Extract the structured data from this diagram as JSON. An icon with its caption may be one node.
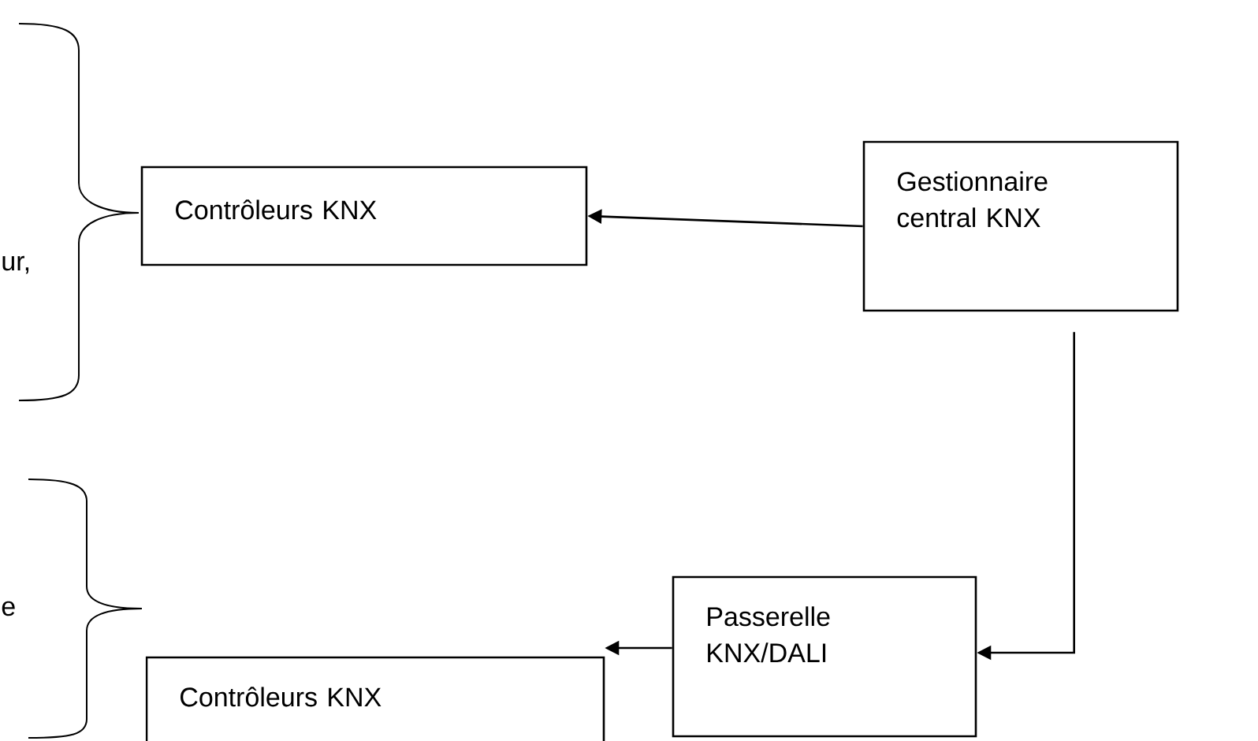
{
  "diagram": {
    "nodes": [
      {
        "text": [
          "Contrôleurs KNX"
        ]
      },
      {
        "text": [
          "Gestionnaire central KNX"
        ]
      },
      {
        "text": [
          "Passerelle KNX/DALI"
        ]
      },
      {
        "text": [
          "Contrôleurs KNX"
        ]
      }
    ],
    "edges": [
      {
        "from": 1,
        "to": 0,
        "arrow": "to"
      },
      {
        "from": 1,
        "to": 2,
        "arrow": "to"
      },
      {
        "from": 2,
        "to": 3,
        "arrow": "to"
      }
    ],
    "labels": [
      "ur,",
      "e"
    ]
  }
}
